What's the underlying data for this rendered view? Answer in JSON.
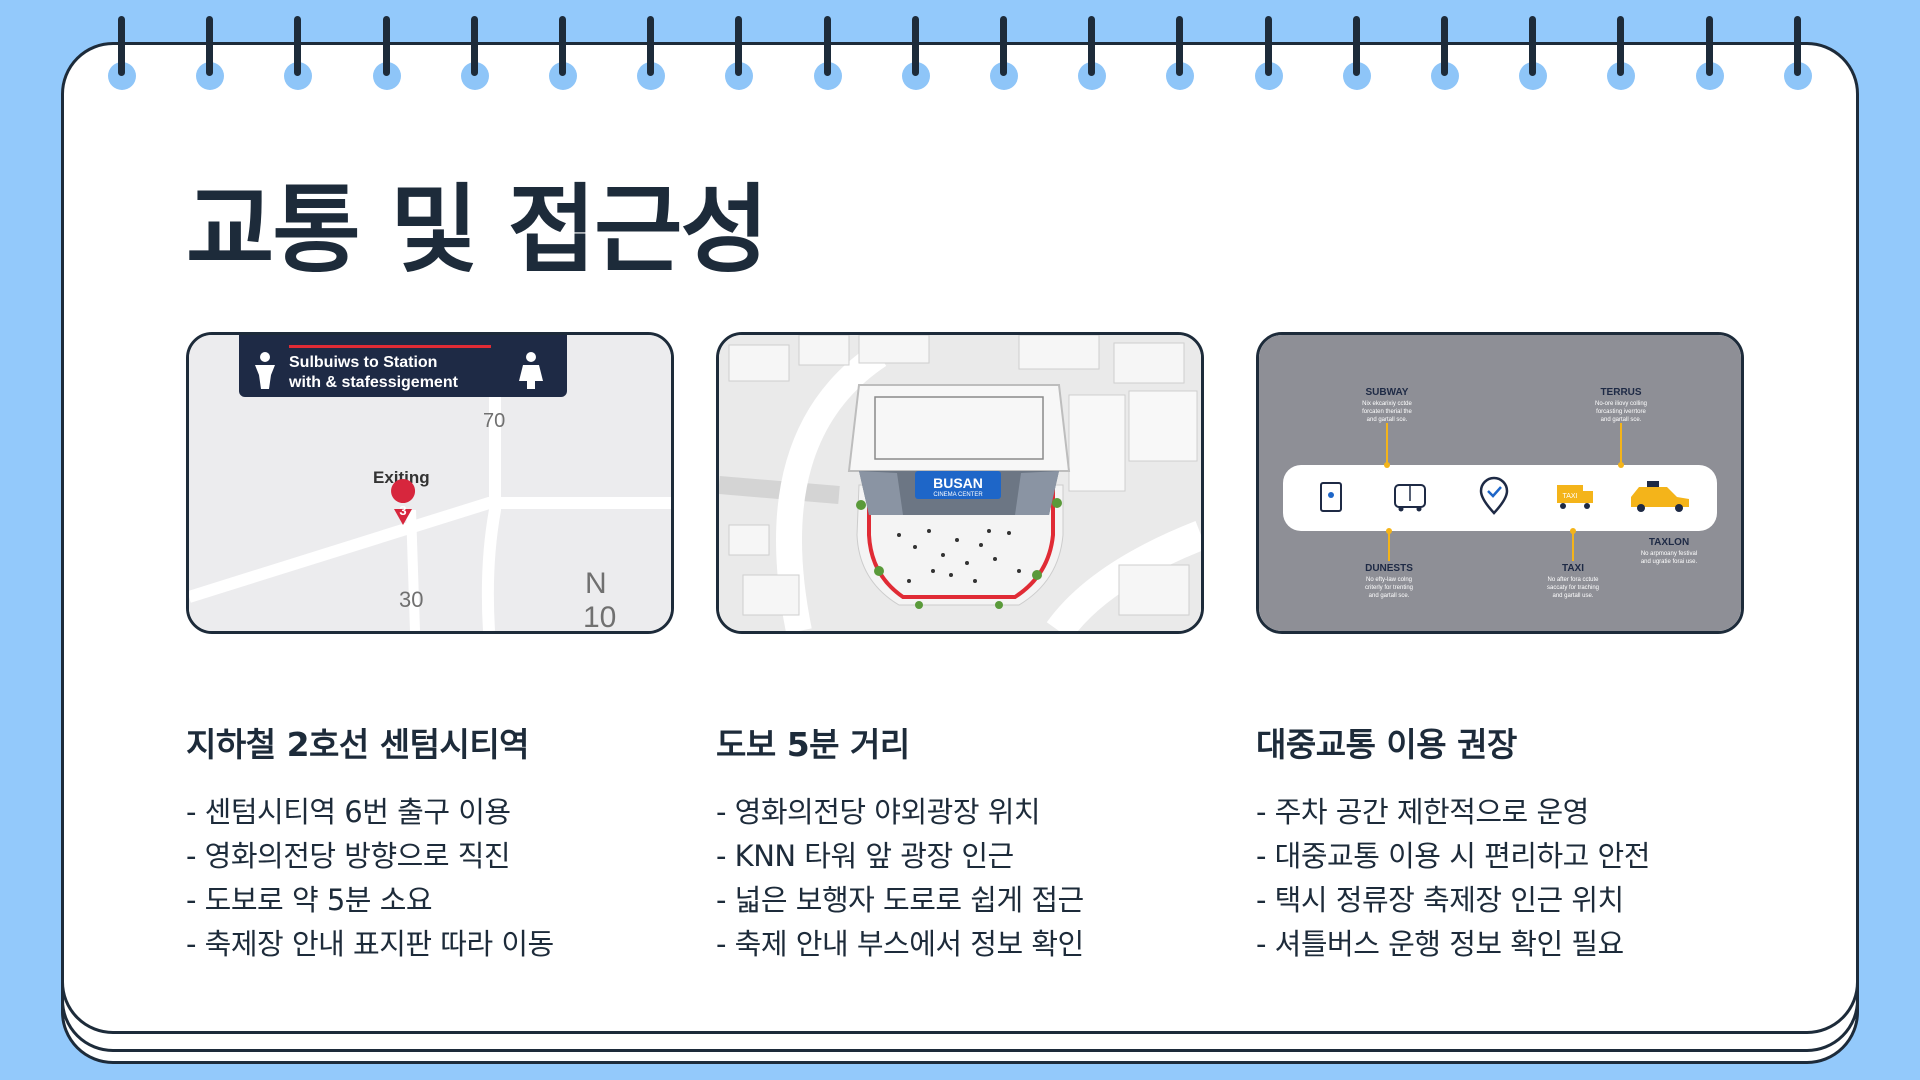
{
  "title": "교통 및 접근성",
  "colors": {
    "background": "#93c9fb",
    "ink": "#1d2b3a",
    "ring_hole": "#8ec5f8",
    "map_background": "#ececee",
    "map_pin": "#d7263d",
    "accent_blue": "#1e66c8",
    "accent_red": "#e02b35",
    "taxi_yellow": "#f4b41a",
    "panel_gray": "#8e8f96"
  },
  "cards": [
    {
      "sign": {
        "line1": "Sulbuiws to Station",
        "line2": "with & stafessigement",
        "icons": [
          "person-icon",
          "person-icon"
        ]
      },
      "map_labels": {
        "exit_label": "Exiting",
        "exit_number": "3",
        "road_70": "70",
        "road_30": "30",
        "compass_n": "N",
        "compass_10": "10"
      }
    },
    {
      "sign_main": "BUSAN",
      "sign_sub": "CINEMA CENTER"
    },
    {
      "labels": {
        "subway": {
          "title": "SUBWAY",
          "desc": [
            "Nix ekcarixiy cctde",
            "forcaten therial the",
            "and gartall sce."
          ]
        },
        "terrus": {
          "title": "TERRUS",
          "desc": [
            "No-ore iliovy colling",
            "forcasting iverrtore",
            "and gartall sce."
          ]
        },
        "dunests": {
          "title": "DUNESTS",
          "desc": [
            "No efty-law colng",
            "criterly for trenting",
            "and gartall sce."
          ]
        },
        "taxi": {
          "title": "TAXI",
          "desc": [
            "No after fora cctute",
            "saccaty for traching",
            "and gartall use."
          ]
        },
        "taxlon": {
          "title": "TAXLON",
          "desc": [
            "No arpmoany festival",
            "and ugratie forai use."
          ]
        }
      },
      "taxi_badge": "TAXI",
      "icons": [
        "transit-card-icon",
        "bus-icon",
        "location-check-icon",
        "truck-icon",
        "taxi-icon"
      ]
    }
  ],
  "columns": [
    {
      "heading": "지하철 2호선 센텀시티역",
      "items": [
        "- 센텀시티역 6번 출구 이용",
        "- 영화의전당 방향으로 직진",
        "- 도보로 약 5분 소요",
        "- 축제장 안내 표지판 따라 이동"
      ]
    },
    {
      "heading": "도보 5분 거리",
      "items": [
        "- 영화의전당 야외광장 위치",
        "- KNN 타워 앞 광장 인근",
        "- 넓은 보행자 도로로 쉽게 접근",
        "- 축제 안내 부스에서 정보 확인"
      ]
    },
    {
      "heading": "대중교통 이용 권장",
      "items": [
        "- 주차 공간 제한적으로 운영",
        "- 대중교통 이용 시 편리하고 안전",
        "- 택시 정류장 축제장 인근 위치",
        "- 셔틀버스 운행 정보 확인 필요"
      ]
    }
  ]
}
